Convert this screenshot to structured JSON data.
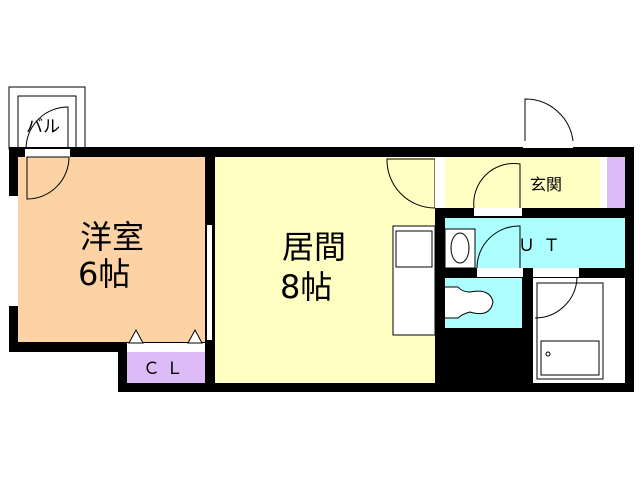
{
  "floorplan": {
    "rooms": {
      "western_room": {
        "name": "洋室",
        "size": "6帖",
        "color": "#FDD3A5"
      },
      "living_room": {
        "name": "居間",
        "size": "8帖",
        "color": "#FFFFC4"
      },
      "closet": {
        "name": "ＣＬ",
        "color": "#DDBBF7"
      },
      "entrance": {
        "name": "玄関",
        "color": "#FFFFC4"
      },
      "utility": {
        "name": "ＵＴ",
        "color": "#ADFFFF"
      },
      "toilet": {
        "color": "#ADFFFF"
      },
      "balcony": {
        "name": "バル"
      }
    },
    "wall_color": "#000000"
  }
}
